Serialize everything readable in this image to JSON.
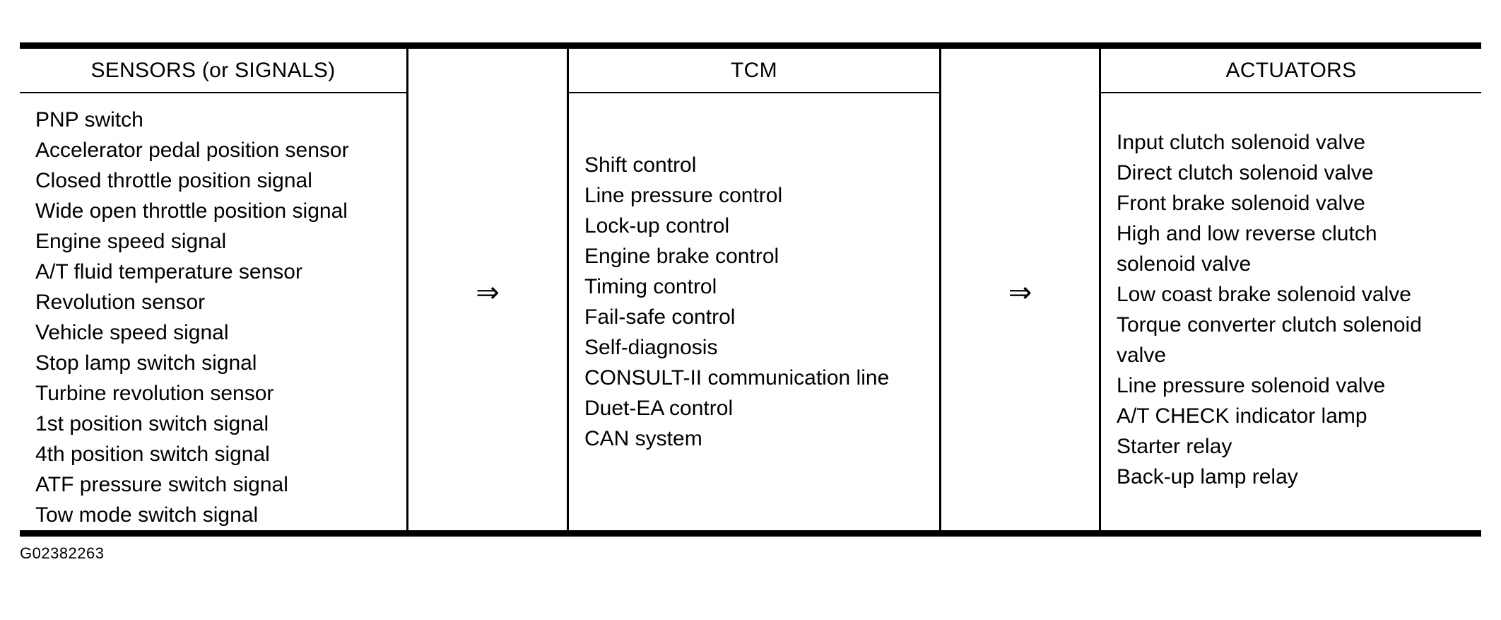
{
  "diagram": {
    "columns": {
      "sensors": {
        "header": "SENSORS (or SIGNALS)",
        "items": [
          "PNP switch",
          "Accelerator pedal position sensor",
          "Closed throttle position signal",
          "Wide open throttle position signal",
          "Engine speed signal",
          "A/T fluid temperature sensor",
          "Revolution sensor",
          "Vehicle speed signal",
          "Stop lamp switch signal",
          "Turbine revolution sensor",
          "1st position switch signal",
          "4th position switch signal",
          "ATF pressure switch signal",
          "Tow mode switch signal"
        ]
      },
      "tcm": {
        "header": "TCM",
        "items": [
          "Shift control",
          "Line pressure control",
          "Lock-up control",
          "Engine brake control",
          "Timing control",
          "Fail-safe control",
          "Self-diagnosis",
          "CONSULT-II communication line",
          "Duet-EA control",
          "CAN system"
        ]
      },
      "actuators": {
        "header": "ACTUATORS",
        "items": [
          "Input clutch solenoid valve",
          "Direct clutch solenoid valve",
          "Front brake solenoid valve",
          "High and low reverse clutch",
          "solenoid valve",
          "Low coast brake solenoid valve",
          "Torque converter clutch solenoid",
          "valve",
          "Line pressure solenoid valve",
          "A/T CHECK indicator lamp",
          "Starter relay",
          "Back-up lamp relay"
        ]
      }
    },
    "arrows": {
      "first": "⇒",
      "second": "⇒"
    }
  },
  "caption": {
    "figure_id": "G02382263"
  },
  "colors": {
    "ink": "#000000",
    "paper": "#ffffff"
  }
}
